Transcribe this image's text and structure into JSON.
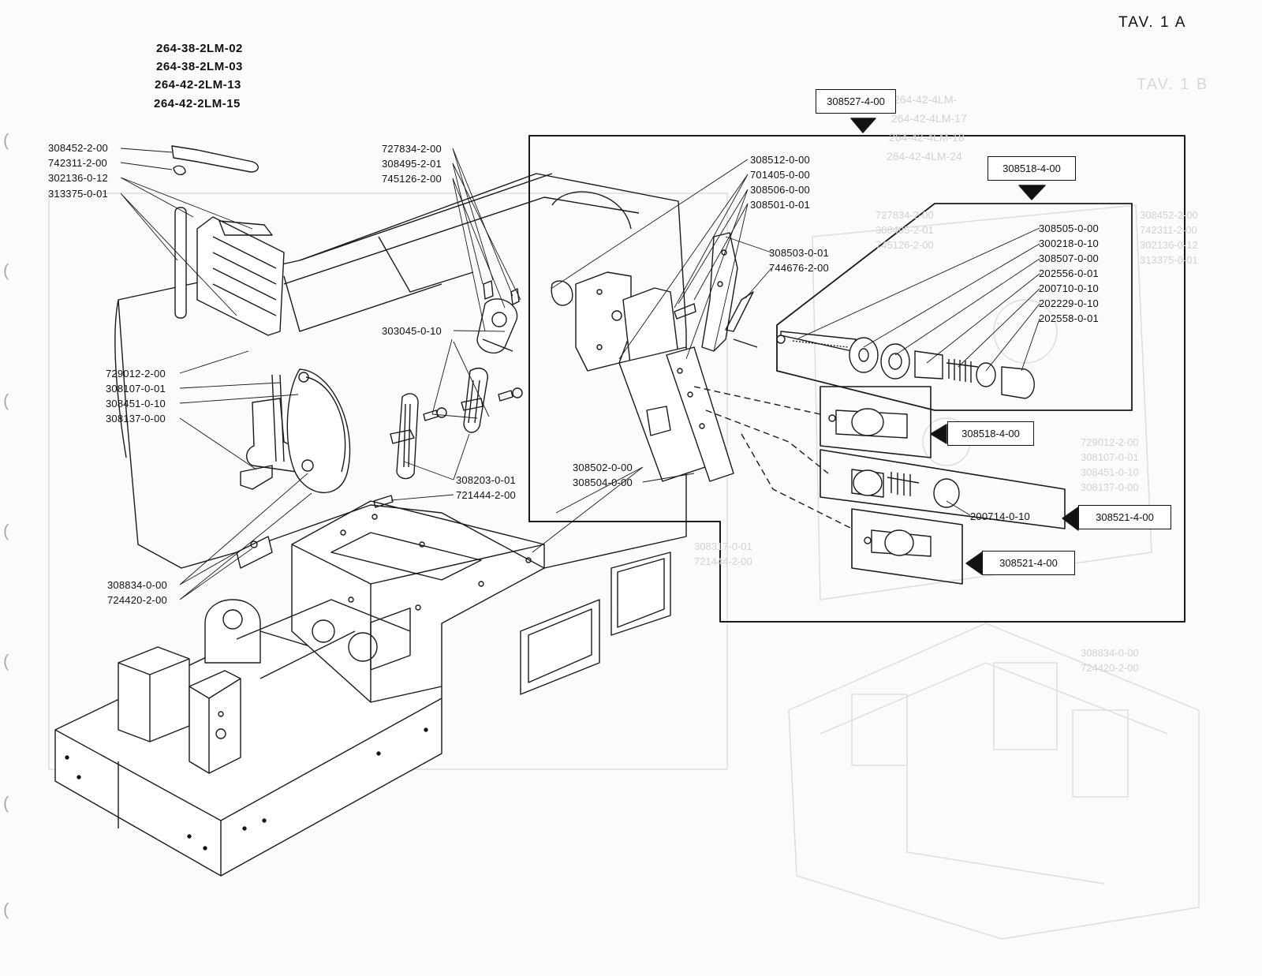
{
  "plate": "TAV. 1 A",
  "ghost_plate": "TAV. 1 B",
  "models": [
    "264-38-2LM-02",
    "264-38-2LM-03",
    "264-42-2LM-13",
    "264-42-2LM-15"
  ],
  "ghost_models": [
    "264-42-4LM-",
    "264-42-4LM-17",
    "264-42-4LM-18",
    "264-42-4LM-24"
  ],
  "left_labels": {
    "l1": "308452-2-00",
    "l2": "742311-2-00",
    "l3": "302136-0-12",
    "l4": "313375-0-01",
    "l5": "729012-2-00",
    "l6": "308107-0-01",
    "l7": "308451-0-10",
    "l8": "308137-0-00",
    "l9": "308834-0-00",
    "l10": "724420-2-00"
  },
  "center_labels": {
    "c1": "727834-2-00",
    "c2": "308495-2-01",
    "c3": "745126-2-00",
    "c4": "303045-0-10",
    "c5": "308203-0-01",
    "c6": "721444-2-00"
  },
  "assembly_labels": {
    "a1": "308512-0-00",
    "a2": "701405-0-00",
    "a3": "308506-0-00",
    "a4": "308501-0-01",
    "a5": "308503-0-01",
    "a6": "744676-2-00",
    "a7": "308502-0-00",
    "a8": "308504-0-00"
  },
  "sub_labels": {
    "s1": "308505-0-00",
    "s2": "300218-0-10",
    "s3": "308507-0-00",
    "s4": "202556-0-01",
    "s5": "200710-0-10",
    "s6": "202229-0-10",
    "s7": "202558-0-01",
    "s8": "200714-0-10"
  },
  "box_labels": {
    "main": "308527-4-00",
    "sub": "308518-4-00",
    "var1": "308518-4-00",
    "var2": "308521-4-00",
    "var3": "308521-4-00"
  },
  "ghost_labels": {
    "g1": "308452-2-00",
    "g2": "742311-2-00",
    "g3": "302136-0-12",
    "g4": "313375-0-01",
    "g5": "729012-2-00",
    "g6": "308107-0-01",
    "g7": "308451-0-10",
    "g8": "308137-0-00",
    "g9": "308834-0-00",
    "g10": "724420-2-00",
    "g11": "727834-2-00",
    "g12": "308495-2-01",
    "g13": "745126-2-00",
    "g14": "308317-0-01",
    "g15": "721444-2-00"
  }
}
